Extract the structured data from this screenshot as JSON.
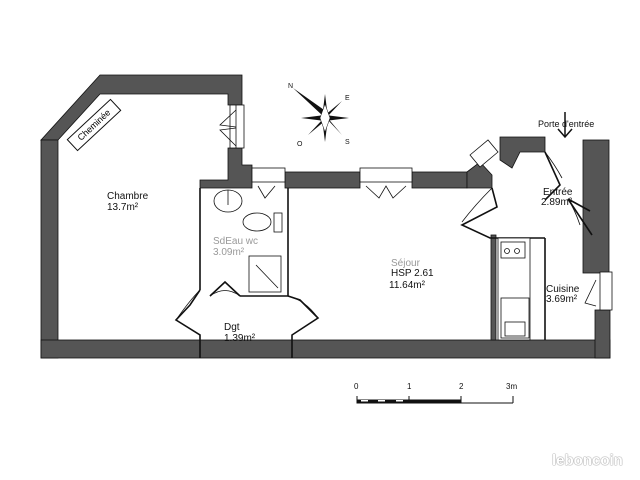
{
  "plan": {
    "wall_color": "#555555",
    "rooms": [
      {
        "name": "Chambre",
        "area": "13.7m²"
      },
      {
        "name": "SdEau wc",
        "area": "3.09m²"
      },
      {
        "name": "Séjour",
        "hsp": "HSP 2.61",
        "area": "11.64m²"
      },
      {
        "name": "Dgt",
        "area": "1.39m²"
      },
      {
        "name": "Entrée",
        "area": "2.89m²"
      },
      {
        "name": "Cuisine",
        "area": "3.69m²"
      }
    ],
    "annotations": {
      "fireplace": "Cheminée",
      "entrance_door": "Porte d'entrée"
    },
    "compass": {
      "n": "N",
      "e": "E",
      "s": "S",
      "o": "O"
    },
    "scale": {
      "ticks": [
        "0",
        "1",
        "2",
        "3m"
      ]
    },
    "watermark": "leboncoin"
  }
}
